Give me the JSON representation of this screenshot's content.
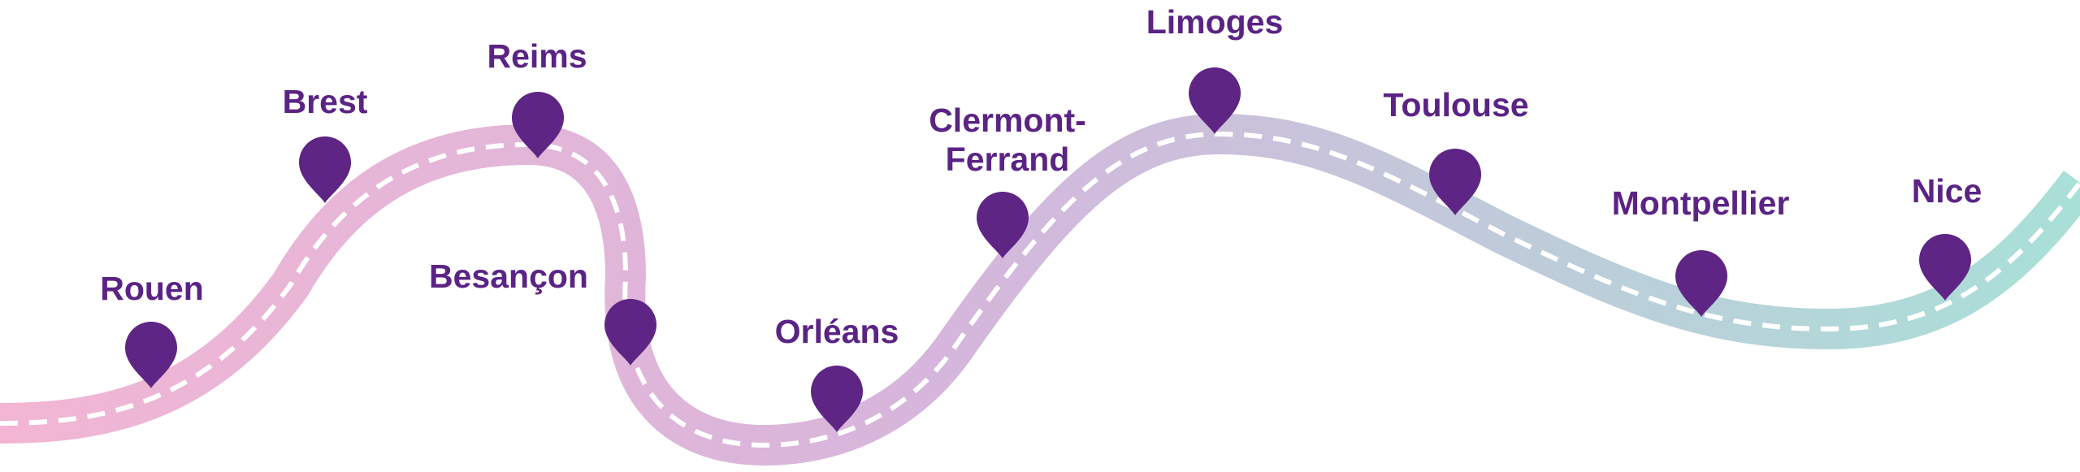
{
  "colors": {
    "road_start": "#f2b6d4",
    "road_mid": "#d6b6dc",
    "road_end": "#a9e0d8",
    "dash": "#ffffff",
    "pin": "#5e2585",
    "label": "#5a2384"
  },
  "pin_icon": "map-marker-icon",
  "stops": [
    {
      "id": "rouen",
      "lines": [
        "Rouen"
      ]
    },
    {
      "id": "brest",
      "lines": [
        "Brest"
      ]
    },
    {
      "id": "reims",
      "lines": [
        "Reims"
      ]
    },
    {
      "id": "besancon",
      "lines": [
        "Besançon"
      ]
    },
    {
      "id": "orleans",
      "lines": [
        "Orléans"
      ]
    },
    {
      "id": "clermont-ferrand",
      "lines": [
        "Clermont-",
        "Ferrand"
      ]
    },
    {
      "id": "limoges",
      "lines": [
        "Limoges"
      ]
    },
    {
      "id": "toulouse",
      "lines": [
        "Toulouse"
      ]
    },
    {
      "id": "montpellier",
      "lines": [
        "Montpellier"
      ]
    },
    {
      "id": "nice",
      "lines": [
        "Nice"
      ]
    }
  ]
}
